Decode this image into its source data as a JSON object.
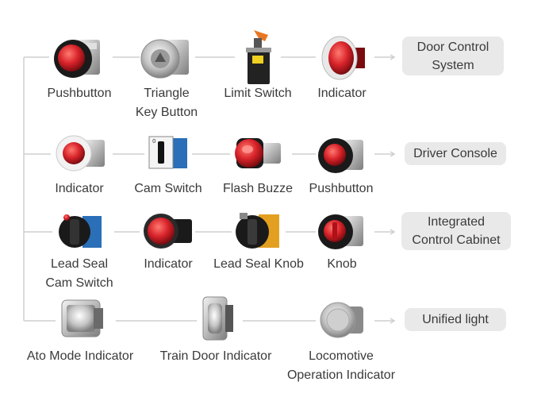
{
  "colors": {
    "line": "#cfcfcf",
    "pill_bg": "#e9e9e9",
    "red": "#d8232a",
    "metal": "#c9c9c9",
    "blue": "#2a6fb8"
  },
  "rows": [
    {
      "items": [
        {
          "label": "Pushbutton",
          "icon": "red-mushroom-pushbutton-icon"
        },
        {
          "label": "Triangle\nKey Button",
          "icon": "triangle-key-button-icon"
        },
        {
          "label": "Limit Switch",
          "icon": "limit-switch-icon"
        },
        {
          "label": "Indicator",
          "icon": "red-dome-indicator-icon"
        }
      ],
      "target": "Door Control\nSystem"
    },
    {
      "items": [
        {
          "label": "Indicator",
          "icon": "flush-red-indicator-icon"
        },
        {
          "label": "Cam Switch",
          "icon": "cam-switch-icon"
        },
        {
          "label": "Flash Buzze",
          "icon": "flash-buzzer-icon"
        },
        {
          "label": "Pushbutton",
          "icon": "red-pushbutton-icon"
        }
      ],
      "target": "Driver Console"
    },
    {
      "items": [
        {
          "label": "Lead Seal\nCam Switch",
          "icon": "lead-seal-cam-switch-icon"
        },
        {
          "label": "Indicator",
          "icon": "red-led-indicator-icon"
        },
        {
          "label": "Lead Seal Knob",
          "icon": "lead-seal-knob-icon"
        },
        {
          "label": "Knob",
          "icon": "red-knob-icon"
        }
      ],
      "target": "Integrated\nControl  Cabinet"
    },
    {
      "items": [
        {
          "label": "Ato Mode Indicator",
          "icon": "ato-mode-indicator-icon"
        },
        {
          "label": "Train Door Indicator",
          "icon": "train-door-indicator-icon"
        },
        {
          "label": "Locomotive\nOperation Indicator",
          "icon": "locomotive-operation-indicator-icon"
        }
      ],
      "target": "Unified light"
    }
  ]
}
